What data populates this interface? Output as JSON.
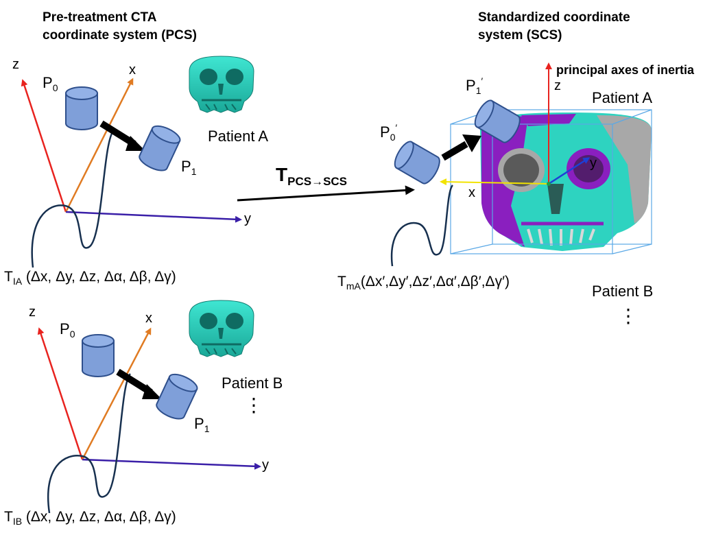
{
  "header_left": {
    "line1": "Pre-treatment CTA",
    "line2": "coordinate system (PCS)"
  },
  "header_right": {
    "line1": "Standardized coordinate",
    "line2": "system (SCS)"
  },
  "principal_axes_label": "principal  axes of inertia",
  "axes": {
    "x": "x",
    "y": "y",
    "z": "z"
  },
  "cylinders": {
    "p0": {
      "main": "P",
      "sub": "0"
    },
    "p1": {
      "main": "P",
      "sub": "1"
    },
    "p0_prime": {
      "main": "P",
      "sub": "0",
      "prime": "′"
    },
    "p1_prime": {
      "main": "P",
      "sub": "1",
      "prime": "′"
    }
  },
  "patients": {
    "a": "Patient A",
    "b": "Patient B",
    "ellipsis": "⋮"
  },
  "transform": {
    "main": "T",
    "sub": "PCS→SCS"
  },
  "formulas": {
    "tia": {
      "main": "T",
      "sub": "IA",
      "params": " (Δx, Δy, Δz, Δα, Δβ, Δγ)"
    },
    "tib": {
      "main": "T",
      "sub": "IB",
      "params": " (Δx, Δy, Δz, Δα, Δβ, Δγ)"
    },
    "tma": {
      "main": "T",
      "sub": "mA",
      "params": "(Δx′,Δy′,Δz′,Δα′,Δβ′,Δγ′)"
    }
  },
  "colors": {
    "z_axis": "#e8231f",
    "x_axis": "#e07b22",
    "y_axis": "#3a1fa8",
    "cylinder": "#7f9fd9",
    "skull_cyan": "#2ed3c0",
    "skull_purple": "#8a1fbf",
    "bbox": "#5aa8e6",
    "scs_x": "#f2e300",
    "scs_y": "#1e3fd6",
    "curve": "#17304f"
  }
}
